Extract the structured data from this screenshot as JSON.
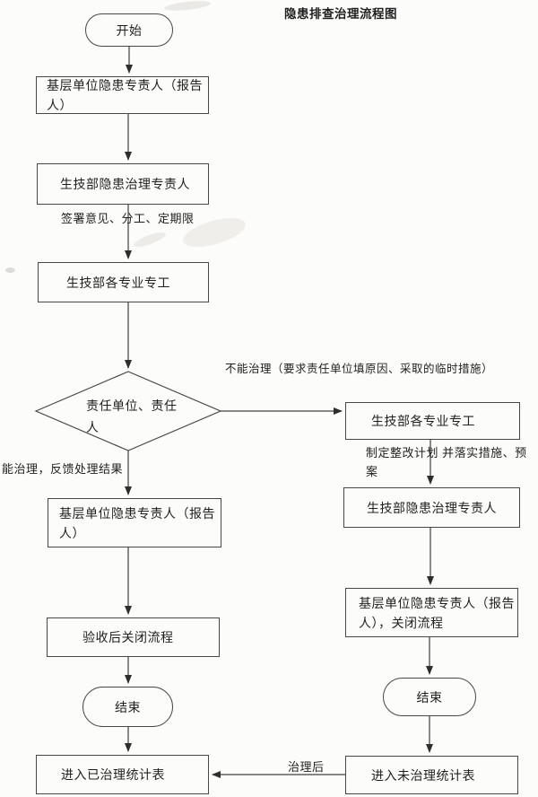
{
  "title": "隐患排查治理流程图",
  "colors": {
    "line": "#3f3f3f",
    "border": "#474747",
    "text": "#1f1f1f",
    "background": "#fcfcfa"
  },
  "nodes": {
    "start": {
      "label": "开始",
      "shape": "terminator"
    },
    "report_person": {
      "label": "基层单位隐患专责人（报告人）",
      "shape": "process"
    },
    "treatment_person": {
      "label": "生技部隐患治理专责人",
      "shape": "process"
    },
    "specialists": {
      "label": "生技部各专业专工",
      "shape": "process"
    },
    "decision": {
      "label": "责任单位、责任人",
      "shape": "decision"
    },
    "right_specialists": {
      "label": "生技部各专业专工",
      "shape": "process"
    },
    "right_treatment_person": {
      "label": "生技部隐患治理专责人",
      "shape": "process"
    },
    "right_report_close": {
      "label": "基层单位隐患专责人（报告人），关闭流程",
      "shape": "process"
    },
    "feedback_report_person": {
      "label": "基层单位隐患专责人（报告人）",
      "shape": "process"
    },
    "accept_close": {
      "label": "验收后关闭流程",
      "shape": "process"
    },
    "end_left": {
      "label": "结束",
      "shape": "terminator"
    },
    "end_right": {
      "label": "结束",
      "shape": "terminator"
    },
    "treated_table": {
      "label": "进入已治理统计表",
      "shape": "process"
    },
    "untreated_table": {
      "label": "进入未治理统计表",
      "shape": "process"
    }
  },
  "edge_labels": {
    "sign_assign": "签署意见、分工、定期限",
    "cannot_treat": "不能治理（要求责任单位填原因、采取的临时措施）",
    "can_treat": "能治理，反馈处理结果",
    "make_plan": "制定整改计划 并落实措施、预案",
    "after_treatment": "治理后"
  },
  "edges": [
    {
      "from": "start",
      "to": "report_person",
      "label": ""
    },
    {
      "from": "report_person",
      "to": "treatment_person",
      "label": ""
    },
    {
      "from": "treatment_person",
      "to": "specialists",
      "label": "签署意见、分工、定期限"
    },
    {
      "from": "specialists",
      "to": "decision",
      "label": ""
    },
    {
      "from": "decision",
      "to": "right_specialists",
      "label": "不能治理（要求责任单位填原因、采取的临时措施）"
    },
    {
      "from": "decision",
      "to": "feedback_report_person",
      "label": "能治理，反馈处理结果"
    },
    {
      "from": "right_specialists",
      "to": "right_treatment_person",
      "label": "制定整改计划 并落实措施、预案"
    },
    {
      "from": "right_treatment_person",
      "to": "right_report_close",
      "label": ""
    },
    {
      "from": "right_report_close",
      "to": "end_right",
      "label": ""
    },
    {
      "from": "end_right",
      "to": "untreated_table",
      "label": ""
    },
    {
      "from": "feedback_report_person",
      "to": "accept_close",
      "label": ""
    },
    {
      "from": "accept_close",
      "to": "end_left",
      "label": ""
    },
    {
      "from": "end_left",
      "to": "treated_table",
      "label": ""
    },
    {
      "from": "untreated_table",
      "to": "treated_table",
      "label": "治理后"
    }
  ]
}
